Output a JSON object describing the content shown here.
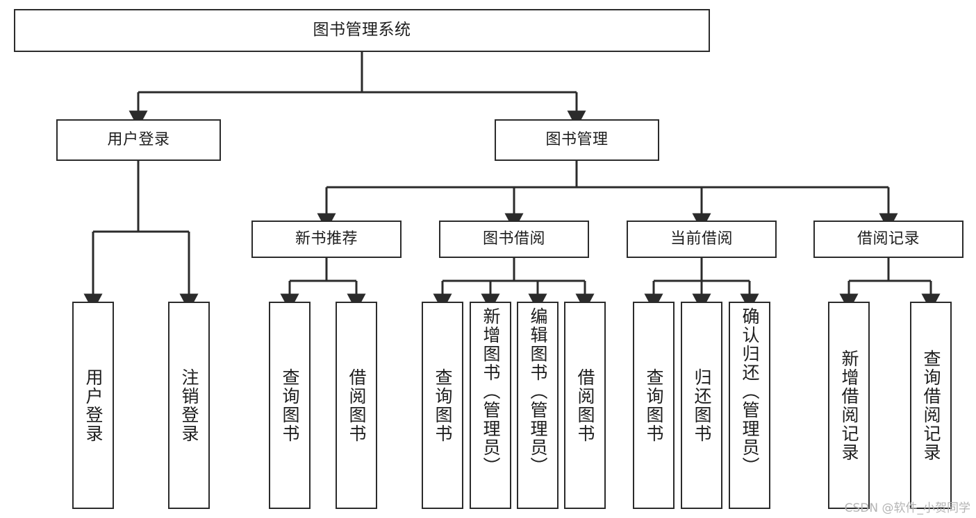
{
  "diagram": {
    "type": "tree-hierarchy-chart",
    "title": "图书管理系统",
    "line_color": "#2b2b2b",
    "box_fill": "#ffffff",
    "background": "#ffffff",
    "watermark": "CSDN @软件_小贺同学"
  },
  "nodes": {
    "root": {
      "label": "图书管理系统"
    },
    "level1": [
      {
        "label": "用户登录"
      },
      {
        "label": "图书管理"
      }
    ],
    "level2": [
      {
        "label": "新书推荐"
      },
      {
        "label": "图书借阅"
      },
      {
        "label": "当前借阅"
      },
      {
        "label": "借阅记录"
      }
    ],
    "leaves": {
      "user_login": [
        {
          "label": "用户登录"
        },
        {
          "label": "注销登录"
        }
      ],
      "new_book_recommend": [
        {
          "label": "查询图书"
        },
        {
          "label": "借阅图书"
        }
      ],
      "book_borrow": [
        {
          "label": "查询图书"
        },
        {
          "label": "新增图书（管理员）"
        },
        {
          "label": "编辑图书（管理员）"
        },
        {
          "label": "借阅图书"
        }
      ],
      "current_borrow": [
        {
          "label": "查询图书"
        },
        {
          "label": "归还图书"
        },
        {
          "label": "确认归还（管理员）"
        }
      ],
      "borrow_record": [
        {
          "label": "新增借阅记录"
        },
        {
          "label": "查询借阅记录"
        }
      ]
    }
  }
}
